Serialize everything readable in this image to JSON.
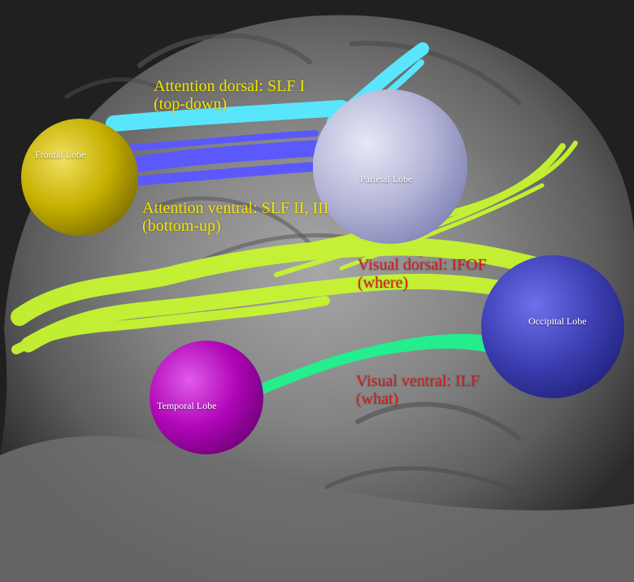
{
  "lobes": {
    "frontal": "Frontal Lobe",
    "parietal": "Parietal Lobe",
    "occipital": "Occipital Lobe",
    "temporal": "Temporal Lobe"
  },
  "pathways": {
    "attention_dorsal": {
      "line1": "Attention dorsal: SLF I",
      "line2": "(top-down)"
    },
    "attention_ventral": {
      "line1": "Attention ventral: SLF II, III",
      "line2": "(bottom-up)"
    },
    "visual_dorsal": {
      "line1": "Visual dorsal: IFOF",
      "line2": "(where)"
    },
    "visual_ventral": {
      "line1": "Visual ventral: ILF",
      "line2": "(what)"
    }
  },
  "colors": {
    "frontal": "#c6b000",
    "parietal": "#b6b7d8",
    "occipital": "#3d3fb3",
    "temporal": "#b006b8",
    "slf1": "#59e9ff",
    "slf23": "#5b58ff",
    "ifof": "#c7f530",
    "ilf": "#22f08d",
    "label_attention": "#f3e600",
    "label_visual": "#d81818"
  }
}
